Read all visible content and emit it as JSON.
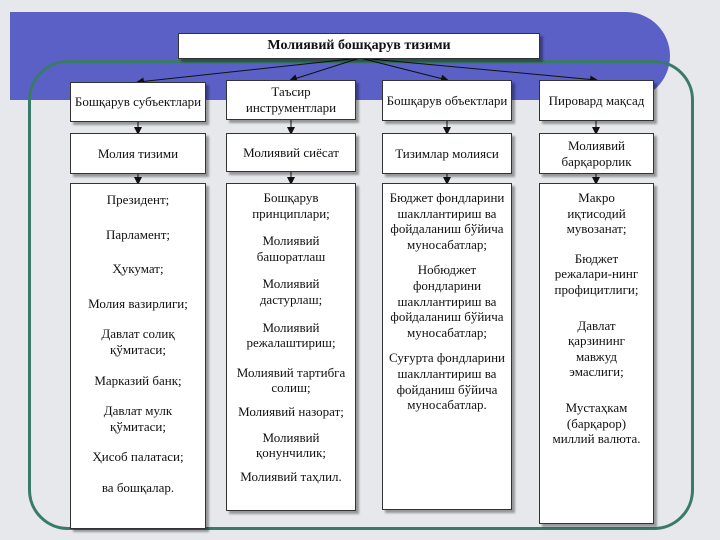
{
  "title": "Молиявий бошқарув тизими",
  "headers": [
    "Бошқарув субъектлари",
    "Таъсир инструментлари",
    "Бошқарув объектлари",
    "Пировард мақсад"
  ],
  "subheaders": [
    "Молия тизими",
    "Молиявий сиёсат",
    "Тизимлар молияси",
    "Молиявий барқарорлик"
  ],
  "columns": [
    [
      "Президент;",
      "Парламент;",
      "Ҳукумат;",
      "Молия вазирлиги;",
      "Давлат солиқ қўмитаси;",
      "Марказий банк;",
      "Давлат мулк қўмитаси;",
      "Ҳисоб палатаси;",
      "ва бошқалар."
    ],
    [
      "Бошқарув принциплари;",
      "Молиявий башоратлаш",
      "Молиявий дастурлаш;",
      "Молиявий режалаштириш;",
      "Молиявий тартибга солиш;",
      "Молиявий назорат;",
      "Молиявий қонунчилик;",
      "Молиявий таҳлил."
    ],
    [
      "Бюджет фондларини шакллантириш ва фойдаланиш бўйича муносабатлар;",
      "Нобюджет фондларини шакллантириш ва фойдаланиш бўйича муносабатлар;",
      "Суғурта фондларини шакллантириш ва фойданиш бўйича муносабатлар."
    ],
    [
      "Макро иқтисодий мувозанат;",
      "Бюджет режалари-нинг профицитлиги;",
      "Давлат қарзининг мавжуд эмаслиги;",
      "Мустаҳкам (барқарор) миллий валюта."
    ]
  ]
}
